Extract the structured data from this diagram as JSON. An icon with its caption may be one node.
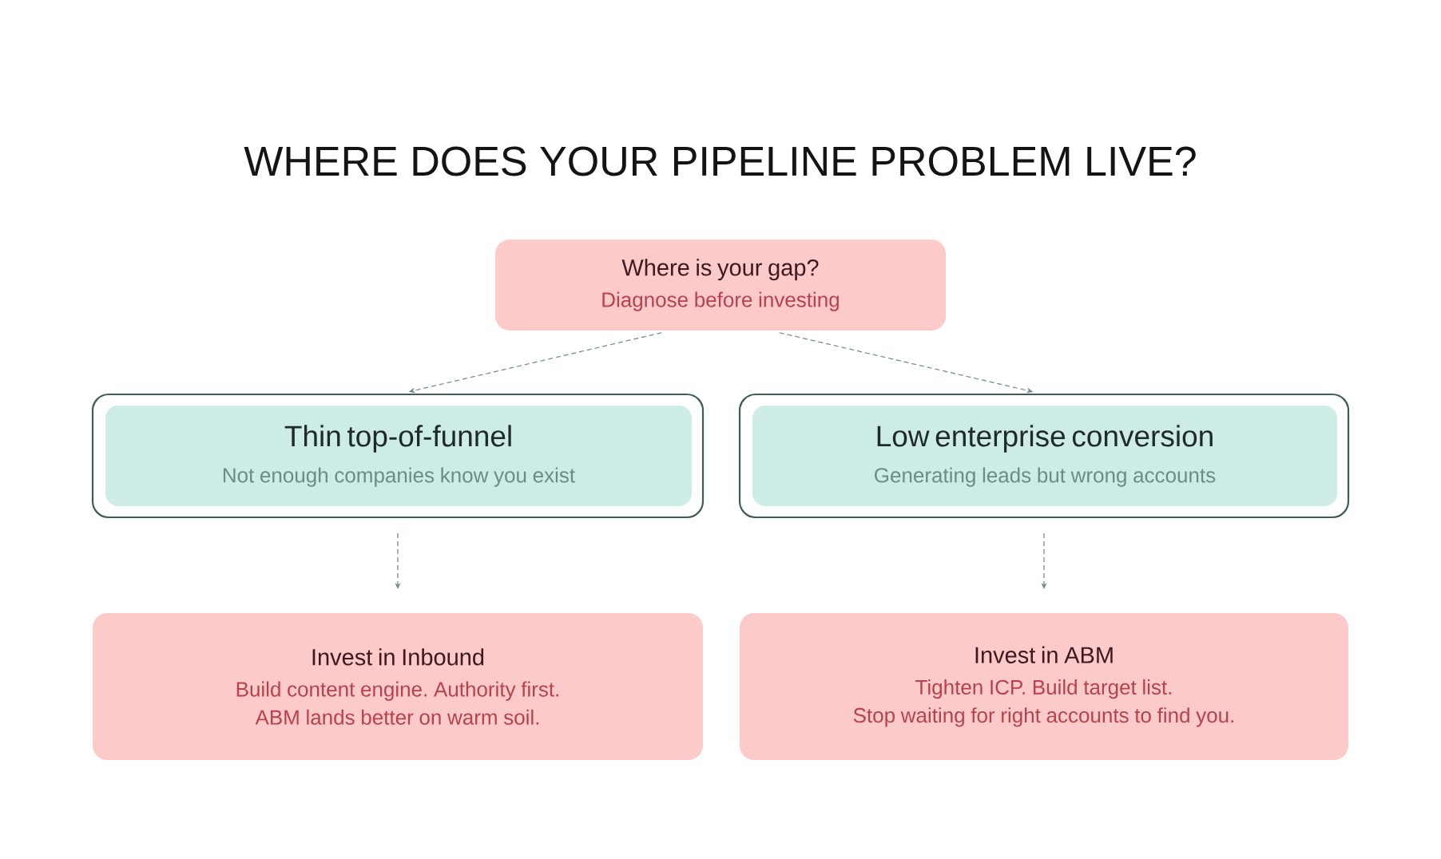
{
  "diagram": {
    "title": "WHERE DOES YOUR PIPELINE PROBLEM LIVE?",
    "nodes": [
      {
        "text": [
          "Where is your gap?",
          "Diagnose before investing"
        ]
      },
      {
        "text": [],
        "shape": "box"
      },
      {
        "text": [
          "Thin top-of-funnel",
          "Not enough companies know you exist"
        ],
        "in": 1
      },
      {
        "text": [],
        "shape": "box"
      },
      {
        "text": [
          "Low enterprise conversion",
          "Generating leads but wrong accounts"
        ],
        "in": 3
      },
      {
        "text": [
          "Invest in Inbound",
          "Build content engine. Authority first. ABM lands better on warm soil."
        ]
      },
      {
        "text": [
          "Invest in ABM",
          "Tighten ICP. Build target list. Stop waiting for right accounts to find you."
        ]
      }
    ],
    "edges": [
      {
        "from": 0,
        "to": 1,
        "arrow": "to",
        "style": "dashed"
      },
      {
        "from": 0,
        "to": 3,
        "arrow": "to",
        "style": "dashed"
      },
      {
        "from": 1,
        "to": 5,
        "arrow": "to",
        "style": "dashed"
      },
      {
        "from": 3,
        "to": 6,
        "arrow": "to",
        "style": "dashed"
      }
    ]
  }
}
